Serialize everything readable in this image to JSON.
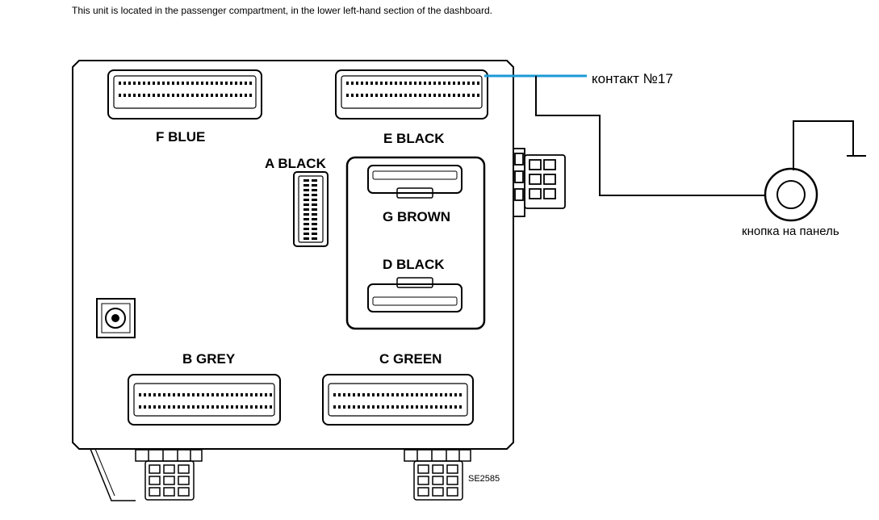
{
  "caption": "This unit is located in the passenger compartment, in the lower left-hand section of the dashboard.",
  "connectors": {
    "f": "F BLUE",
    "e": "E BLACK",
    "a": "A BLACK",
    "g": "G BROWN",
    "d": "D BLACK",
    "b": "B GREY",
    "c": "C GREEN"
  },
  "annotations": {
    "contact": "контакт №17",
    "button": "кнопка на панель"
  },
  "code": "SE2585",
  "colors": {
    "wire": "#1a9ad6",
    "outline": "#000000"
  }
}
